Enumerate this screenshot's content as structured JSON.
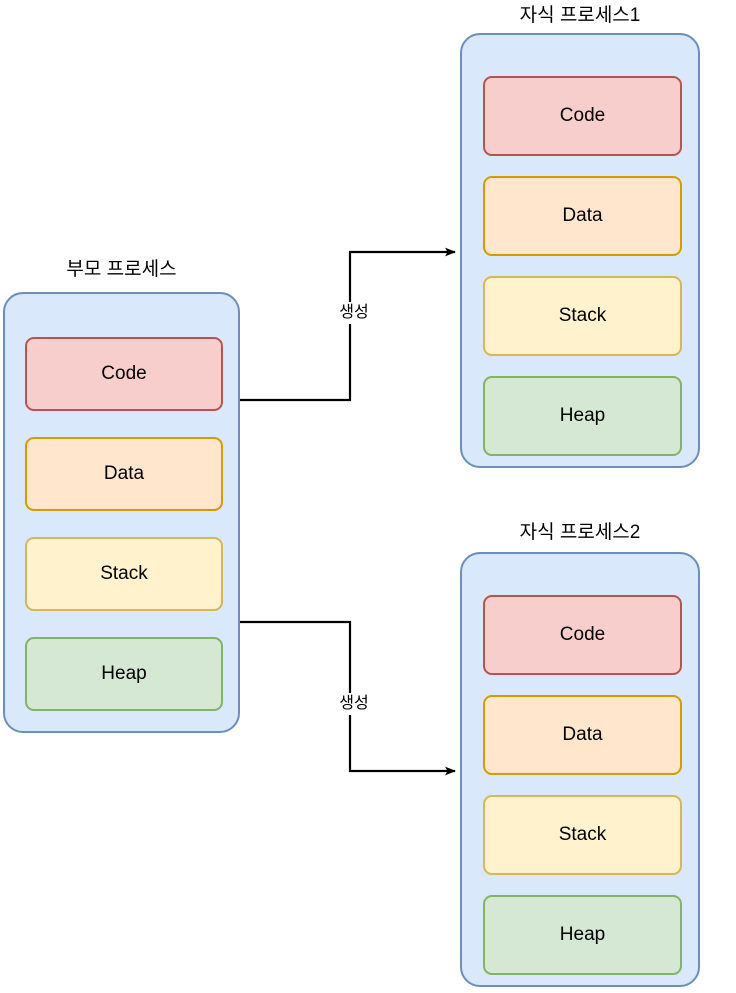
{
  "diagram": {
    "title_parent": "부모 프로세스",
    "title_child1": "자식 프로세스1",
    "title_child2": "자식 프로세스2",
    "segment_labels": {
      "code": "Code",
      "data": "Data",
      "stack": "Stack",
      "heap": "Heap"
    },
    "processes": [
      {
        "id": "parent",
        "title": "부모 프로세스",
        "segments": [
          {
            "name": "Code",
            "fill": "#f8cecc",
            "stroke": "#b85450"
          },
          {
            "name": "Data",
            "fill": "#ffe6cc",
            "stroke": "#d79b00"
          },
          {
            "name": "Stack",
            "fill": "#fff2cc",
            "stroke": "#d6b656"
          },
          {
            "name": "Heap",
            "fill": "#d5e8d4",
            "stroke": "#82b366"
          }
        ]
      },
      {
        "id": "child1",
        "title": "자식 프로세스1",
        "segments": [
          {
            "name": "Code",
            "fill": "#f8cecc",
            "stroke": "#b85450"
          },
          {
            "name": "Data",
            "fill": "#ffe6cc",
            "stroke": "#d79b00"
          },
          {
            "name": "Stack",
            "fill": "#fff2cc",
            "stroke": "#d6b656"
          },
          {
            "name": "Heap",
            "fill": "#d5e8d4",
            "stroke": "#82b366"
          }
        ]
      },
      {
        "id": "child2",
        "title": "자식 프로세스2",
        "segments": [
          {
            "name": "Code",
            "fill": "#f8cecc",
            "stroke": "#b85450"
          },
          {
            "name": "Data",
            "fill": "#ffe6cc",
            "stroke": "#d79b00"
          },
          {
            "name": "Stack",
            "fill": "#fff2cc",
            "stroke": "#d6b656"
          },
          {
            "name": "Heap",
            "fill": "#d5e8d4",
            "stroke": "#82b366"
          }
        ]
      }
    ],
    "edges": [
      {
        "id": "edge-parent-child1",
        "label": "생성",
        "from": "parent",
        "to": "child1"
      },
      {
        "id": "edge-parent-child2",
        "label": "생성",
        "from": "parent",
        "to": "child2"
      }
    ],
    "colors": {
      "process_fill": "#dae8fc",
      "process_stroke": "#6c8ebf",
      "edge_stroke": "#000000",
      "background": "#ffffff"
    }
  }
}
